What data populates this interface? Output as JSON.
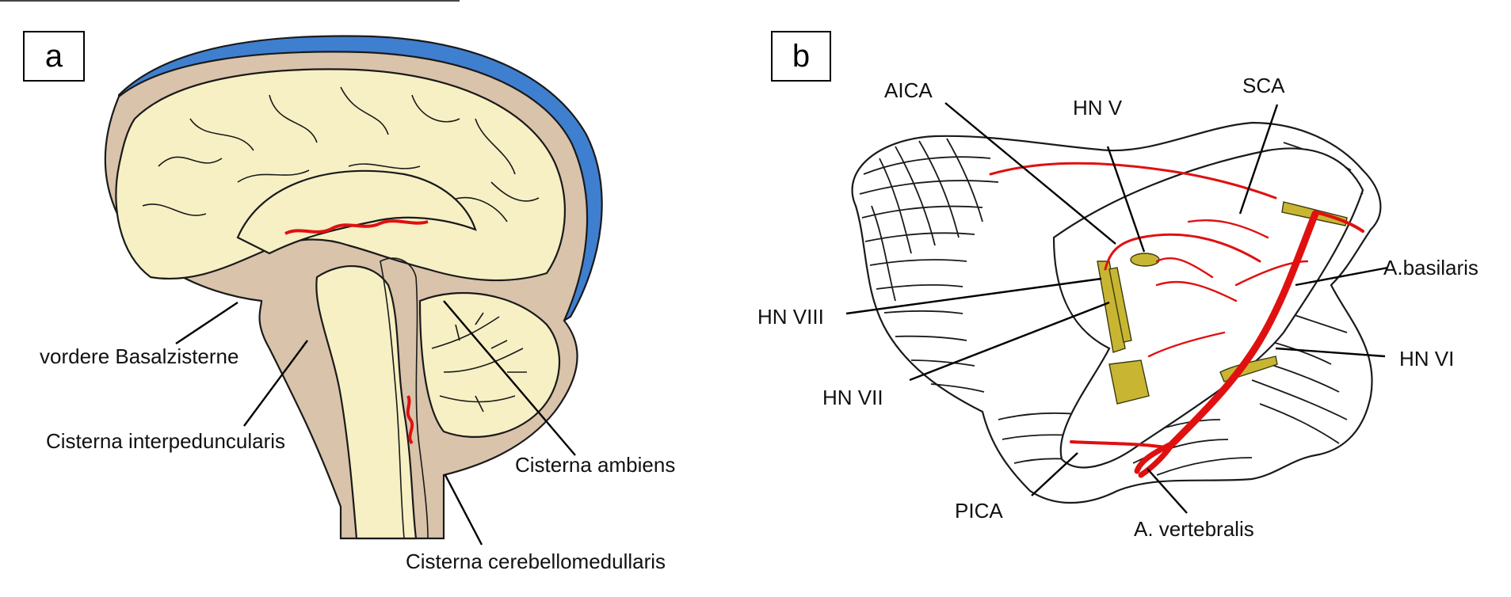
{
  "panels": {
    "a": {
      "letter": "a",
      "labels": {
        "vordere_basalzisterne": "vordere Basalzisterne",
        "cisterna_interpeduncularis": "Cisterna interpeduncularis",
        "cisterna_ambiens": "Cisterna ambiens",
        "cisterna_cerebellomedullaris": "Cisterna cerebellomedullaris"
      }
    },
    "b": {
      "letter": "b",
      "labels": {
        "aica": "AICA",
        "hn_v": "HN V",
        "sca": "SCA",
        "a_basilaris": "A.basilaris",
        "hn_viii": "HN VIII",
        "hn_vii": "HN VII",
        "hn_vi": "HN VI",
        "pica": "PICA",
        "a_vertebralis": "A. vertebralis"
      }
    }
  },
  "colors": {
    "sinus_blue": "#3f7fd0",
    "meninges_tan": "#d9c3aa",
    "brain_cream": "#f6f0c4",
    "csf_orange": "#dfb25f",
    "artery_red": "#e01010",
    "nerve_olive": "#c8b632"
  }
}
